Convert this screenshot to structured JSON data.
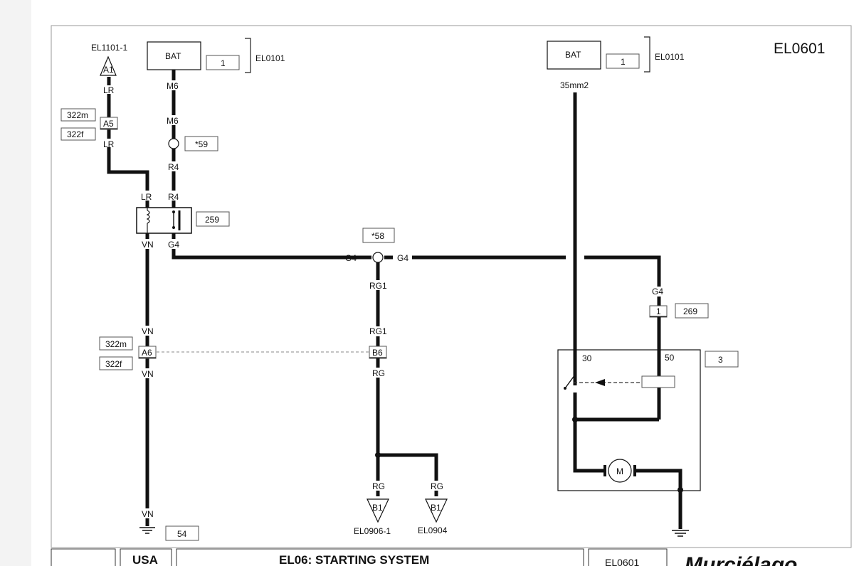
{
  "diagram": {
    "code": "EL0601",
    "top_left_ref": "EL1101-1",
    "conn_a1": "A1",
    "wire_lr": "LR",
    "wire_m6": "M6",
    "wire_r4": "R4",
    "wire_vn": "VN",
    "wire_g4": "G4",
    "wire_rg": "RG",
    "wire_rg1": "RG1",
    "wire_35": "35mm2",
    "bat": "BAT",
    "bat_num": "1",
    "bat_ref": "EL0101",
    "conn_322m": "322m",
    "conn_322f": "322f",
    "conn_a5": "A5",
    "conn_a6": "A6",
    "conn_b6": "B6",
    "conn_b1": "B1",
    "splice_59": "*59",
    "splice_58": "*58",
    "relay_num": "259",
    "conn_1": "1",
    "conn_269": "269",
    "starter_num": "3",
    "pin_30": "30",
    "pin_50": "50",
    "motor": "M",
    "ground_54": "54",
    "ref_el0906": "EL0906-1",
    "ref_el0904": "EL0904"
  },
  "footer": {
    "region": "USA",
    "title": "EL06: STARTING SYSTEM",
    "code": "EL0601",
    "brand": "Murciélago"
  }
}
